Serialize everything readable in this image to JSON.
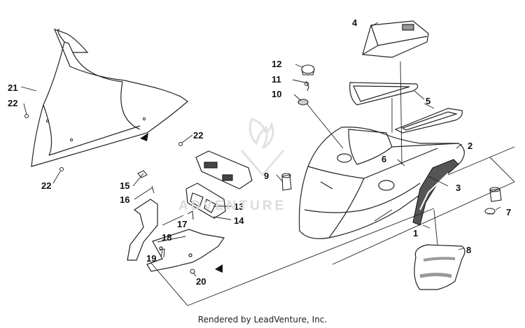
{
  "diagram": {
    "callouts": [
      {
        "id": "c1",
        "text": "1"
      },
      {
        "id": "c2",
        "text": "2"
      },
      {
        "id": "c3",
        "text": "3"
      },
      {
        "id": "c4",
        "text": "4"
      },
      {
        "id": "c5",
        "text": "5"
      },
      {
        "id": "c6",
        "text": "6"
      },
      {
        "id": "c7",
        "text": "7"
      },
      {
        "id": "c8",
        "text": "8"
      },
      {
        "id": "c9",
        "text": "9"
      },
      {
        "id": "c10",
        "text": "10"
      },
      {
        "id": "c11",
        "text": "11"
      },
      {
        "id": "c12",
        "text": "12"
      },
      {
        "id": "c13",
        "text": "13"
      },
      {
        "id": "c14",
        "text": "14"
      },
      {
        "id": "c15",
        "text": "15"
      },
      {
        "id": "c16",
        "text": "16"
      },
      {
        "id": "c17",
        "text": "17"
      },
      {
        "id": "c18",
        "text": "18"
      },
      {
        "id": "c19",
        "text": "19"
      },
      {
        "id": "c20",
        "text": "20"
      },
      {
        "id": "c21",
        "text": "21"
      },
      {
        "id": "c22a",
        "text": "22"
      },
      {
        "id": "c22b",
        "text": "22"
      },
      {
        "id": "c22c",
        "text": "22"
      }
    ],
    "watermark": "ADVENTURE",
    "footer": "Rendered by LeadVenture, Inc."
  }
}
